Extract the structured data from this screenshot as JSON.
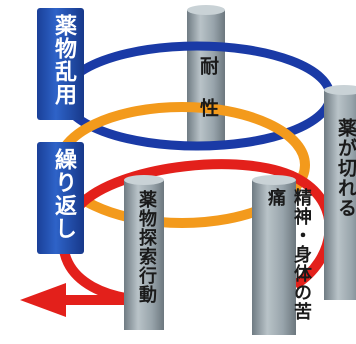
{
  "diagram": {
    "labels": {
      "drug_abuse": "薬物乱用",
      "tolerance_top": "耐",
      "tolerance_bottom": "性",
      "withdrawal": "薬が切れる",
      "repetition": "繰り返し",
      "drug_seeking": "薬物探索行動",
      "mental_physical": "精神・身体の苦痛"
    },
    "colors": {
      "blue_ring": "#1a3aa6",
      "orange_ring": "#f39a1c",
      "red_ring": "#e3201b",
      "blue_pillar": "#1f4fb0",
      "gray_pillar": "#8e9aa2",
      "white_text": "#ffffff",
      "dark_text": "#1a1a1a"
    }
  }
}
